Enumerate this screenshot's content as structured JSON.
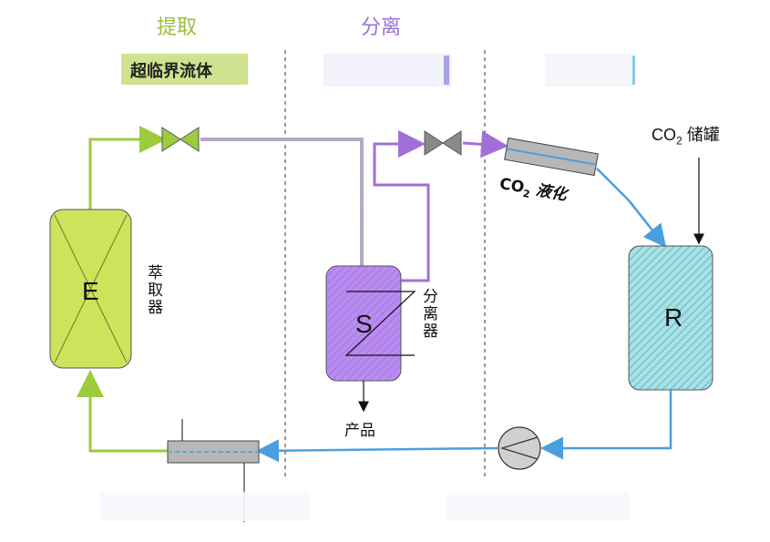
{
  "sections": {
    "extraction": {
      "title": "提取",
      "color": "#9bbf3b"
    },
    "separation": {
      "title": "分离",
      "color": "#9b6fd6"
    }
  },
  "fluid_label": "超临界流体",
  "vessels": {
    "extractor": {
      "letter": "E",
      "label": "萃取器"
    },
    "separator": {
      "letter": "S",
      "label": "分离器"
    },
    "reservoir": {
      "letter": "R"
    }
  },
  "product_label": "产品",
  "liquefaction": {
    "co": "CO",
    "sub": "2",
    "text": " 液化"
  },
  "storage": {
    "co": "CO",
    "sub": "2",
    "text": " 储罐"
  },
  "colors": {
    "green": "#9ccb3c",
    "purple": "#a070d8",
    "blue": "#4a9fe0",
    "extractor_fill": "#cde35c",
    "separator_fill": "#b98cf0",
    "reservoir_fill": "#9fdde0",
    "valve": "#8a8a8a"
  }
}
